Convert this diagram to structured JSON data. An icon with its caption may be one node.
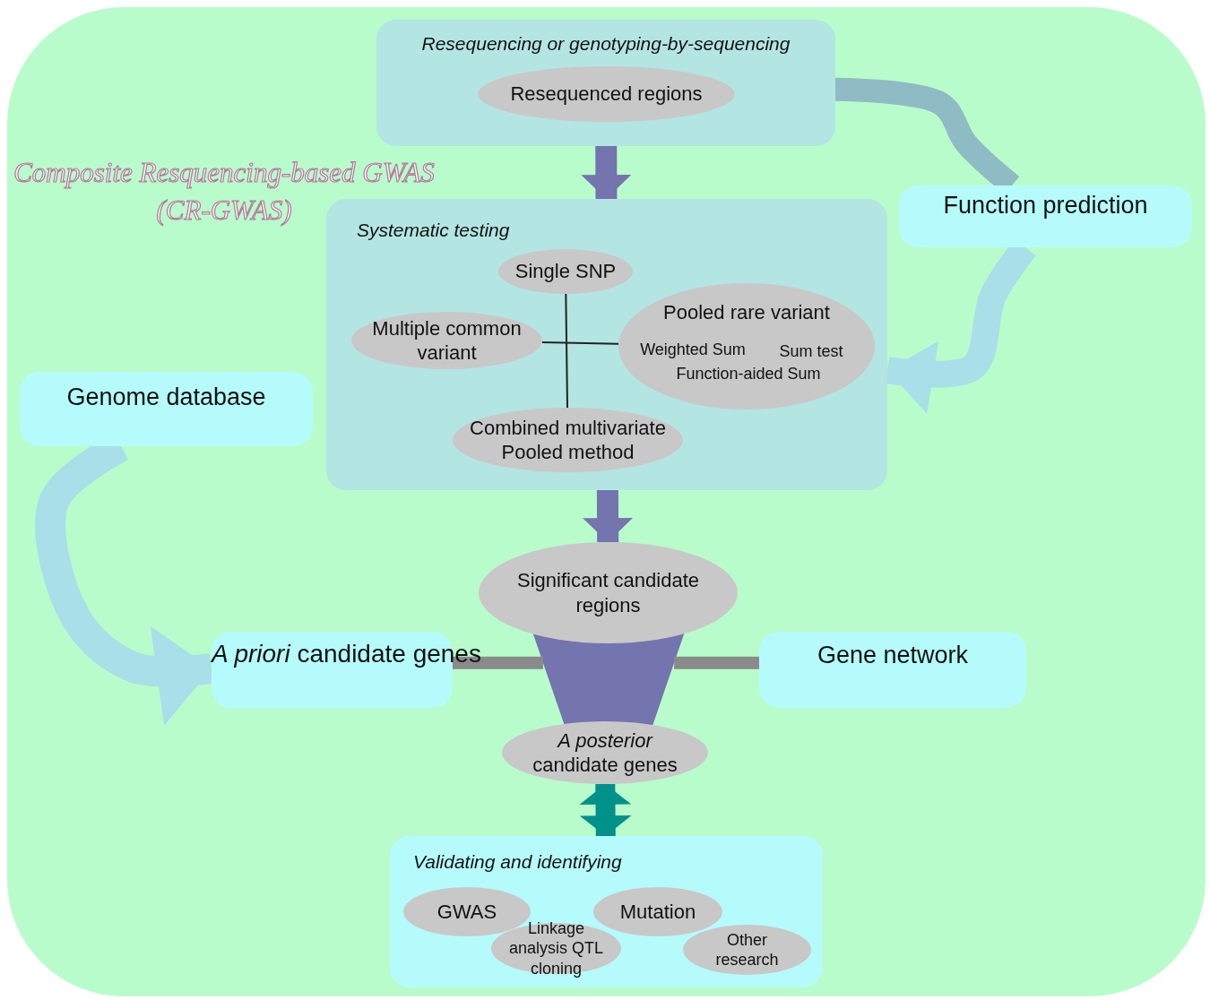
{
  "diagram": {
    "title": "Composite Resquencing-based GWAS (CR-GWAS)",
    "nodes": [
      {
        "text": [
          "Resequencing or genotyping-by-sequencing"
        ]
      },
      {
        "text": [
          "Resequenced regions"
        ],
        "in": 0
      },
      {
        "text": [
          "Systematic testing"
        ]
      },
      {
        "text": [
          "Single SNP"
        ],
        "in": 2
      },
      {
        "text": [
          "Multiple common variant"
        ],
        "in": 2
      },
      {
        "text": [
          "Pooled rare variant",
          "Weighted Sum",
          "Sum test",
          "Function-aided Sum"
        ],
        "in": 2
      },
      {
        "text": [
          "Combined multivariate Pooled method"
        ],
        "in": 2
      },
      {
        "text": [
          "Function prediction"
        ]
      },
      {
        "text": [
          "Genome database"
        ]
      },
      {
        "text": [
          "Significant candidate regions"
        ]
      },
      {
        "text": [],
        "shape": "funnel"
      },
      {
        "text": [
          "*A priori* candidate genes"
        ]
      },
      {
        "text": [
          "Gene network"
        ]
      },
      {
        "text": [
          "*A posterior* candidate genes"
        ]
      },
      {
        "text": [
          "Validating and identifying"
        ]
      },
      {
        "text": [
          "GWAS"
        ],
        "in": 14
      },
      {
        "text": [
          "Mutation"
        ],
        "in": 14
      },
      {
        "text": [
          "Linkage analysis QTL cloning"
        ],
        "in": 14
      },
      {
        "text": [
          "Other research"
        ],
        "in": 14
      }
    ],
    "edges": [
      {
        "from": 0,
        "to": 2,
        "arrow": "to",
        "color": "#7474ae"
      },
      {
        "from": 0,
        "to": 7,
        "arrow": "none",
        "color": "#8fbcc4"
      },
      {
        "from": 7,
        "to": 2,
        "arrow": "to",
        "color": "#a8dfe8"
      },
      {
        "from": 3,
        "to": 6,
        "arrow": "none",
        "color": "#222222"
      },
      {
        "from": 4,
        "to": 5,
        "arrow": "none",
        "color": "#222222"
      },
      {
        "from": 2,
        "to": 9,
        "arrow": "to",
        "color": "#7474ae"
      },
      {
        "from": 8,
        "to": 11,
        "arrow": "to",
        "color": "#a8dfe8"
      },
      {
        "from": 11,
        "to": 10,
        "arrow": "none",
        "color": "#8a8a8a"
      },
      {
        "from": 12,
        "to": 10,
        "arrow": "none",
        "color": "#8a8a8a"
      },
      {
        "from": 13,
        "to": 14,
        "arrow": "both",
        "color": "#00918a"
      }
    ]
  }
}
